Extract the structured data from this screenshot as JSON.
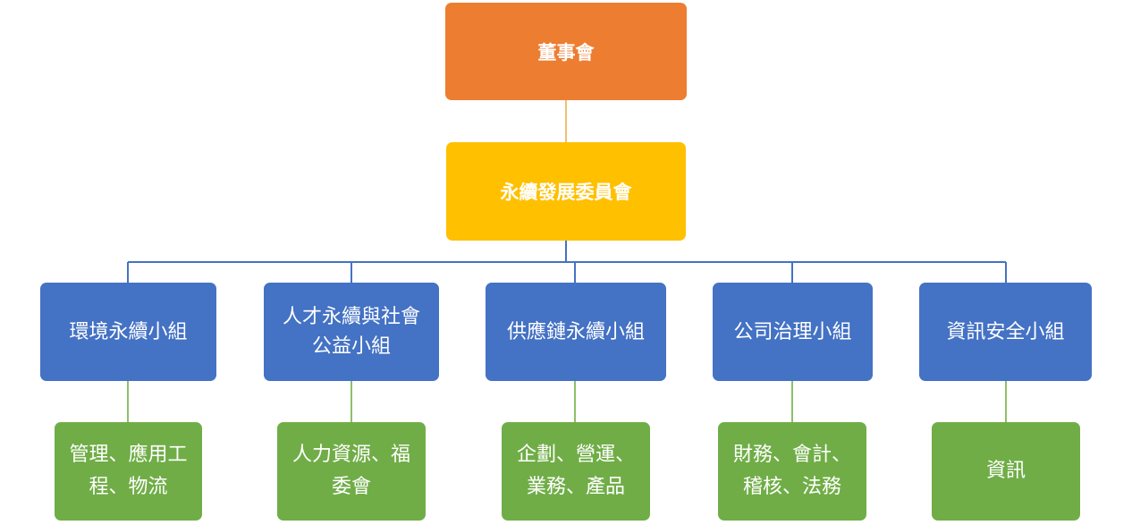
{
  "colors": {
    "board": "#ED7D31",
    "committee": "#FFC000",
    "group": "#4472C4",
    "task": "#70AD47"
  },
  "board": {
    "label": "董事會"
  },
  "committee": {
    "label": "永續發展委員會"
  },
  "groups": [
    {
      "label": "環境永續小組",
      "tasks": "管理、應用工程、物流"
    },
    {
      "label": "人才永續與社會公益小組",
      "tasks": "人力資源、福委會"
    },
    {
      "label": "供應鏈永續小組",
      "tasks": "企劃、營運、業務、產品"
    },
    {
      "label": "公司治理小組",
      "tasks": "財務、會計、稽核、法務"
    },
    {
      "label": "資訊安全小組",
      "tasks": "資訊"
    }
  ]
}
